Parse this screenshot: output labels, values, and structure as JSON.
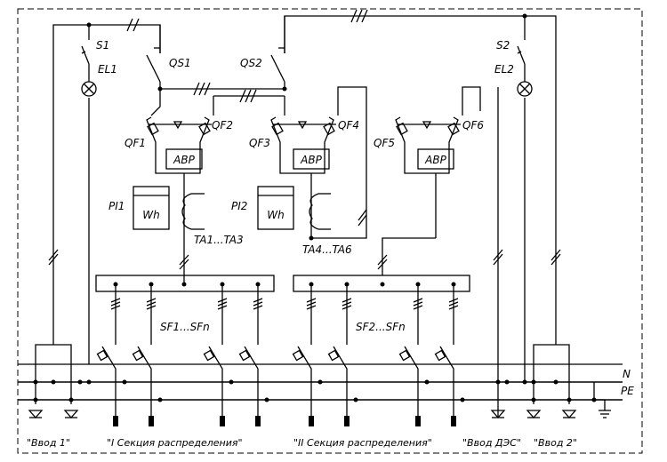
{
  "labels": {
    "s1": "S1",
    "el1": "EL1",
    "s2": "S2",
    "el2": "EL2",
    "qs1": "QS1",
    "qs2": "QS2",
    "qf1": "QF1",
    "qf2": "QF2",
    "qf3": "QF3",
    "qf4": "QF4",
    "qf5": "QF5",
    "qf6": "QF6",
    "avr1": "АВР",
    "avr2": "АВР",
    "avr3": "АВР",
    "pi1": "PI1",
    "pi2": "PI2",
    "wh1": "Wh",
    "wh2": "Wh",
    "ta1": "TA1...TA3",
    "ta2": "TA4...TA6",
    "sf1": "SF1...SFn",
    "sf2": "SF2...SFn",
    "n": "N",
    "pe": "PE"
  },
  "footer": {
    "vvod1": "\"Ввод 1\"",
    "sec1": "\"I Секция распределения\"",
    "sec2": "\"II Секция распределения\"",
    "vvod_des": "\"Ввод ДЭС\"",
    "vvod2": "\"Ввод 2\""
  }
}
